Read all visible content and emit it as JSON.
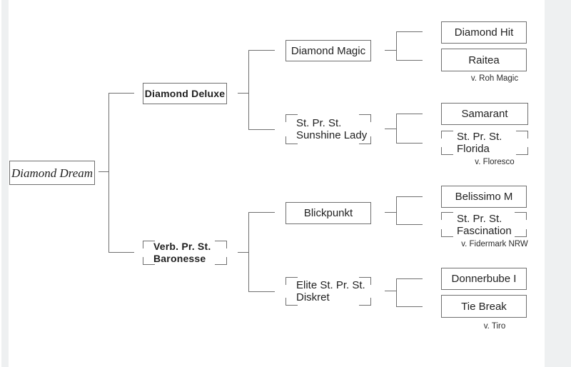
{
  "diagram_type": "horse-pedigree-tree",
  "colors": {
    "page_margin": "#eef0f1",
    "line": "#6f6f6f",
    "text": "#1f1f1f",
    "background": "#ffffff"
  },
  "pedigree": {
    "root": {
      "name": "Diamond Dream"
    },
    "gen2": [
      {
        "name": "Diamond Deluxe"
      },
      {
        "name": "Verb. Pr. St. Baronesse"
      }
    ],
    "gen3": [
      {
        "name": "Diamond Magic"
      },
      {
        "name": "St. Pr. St. Sunshine Lady"
      },
      {
        "name": "Blickpunkt"
      },
      {
        "name": "Elite St. Pr. St. Diskret"
      }
    ],
    "gen4": [
      {
        "name": "Diamond Hit"
      },
      {
        "name": "Raitea",
        "note": "v. Roh Magic"
      },
      {
        "name": "Samarant"
      },
      {
        "name": "St. Pr. St. Florida",
        "note": "v. Floresco"
      },
      {
        "name": "Belissimo M"
      },
      {
        "name": "St. Pr. St. Fascination",
        "note": "v. Fidermark NRW"
      },
      {
        "name": "Donnerbube I"
      },
      {
        "name": "Tie Break",
        "note": "v. Tiro"
      }
    ]
  }
}
